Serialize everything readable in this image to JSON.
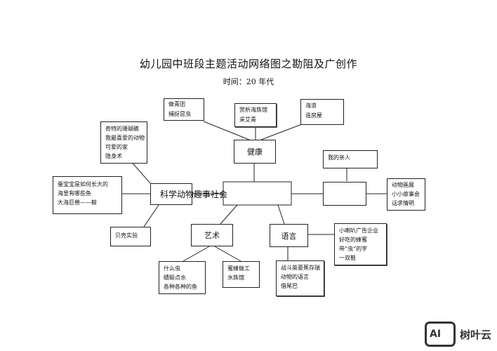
{
  "title": "幼儿园中班段主题活动网络图之勘阻及广创作",
  "subtitle": "时间：20 年代",
  "nodes": {
    "jiankang": {
      "label": "健康"
    },
    "yishu": {
      "label": "艺术"
    },
    "yuyan": {
      "label": "语言"
    },
    "kexue": {
      "label": "科学动物趣事社会"
    },
    "top_left": {
      "lines": [
        "做青团",
        "捕捉昆虫"
      ]
    },
    "top_mid": {
      "lines": [
        "赏析海族馆",
        "采艾青"
      ]
    },
    "top_right": {
      "lines": [
        "海浪",
        "造房屋"
      ]
    },
    "left_top": {
      "lines": [
        "奇特的珊瑚礁",
        "我最喜爱的动物",
        "可爱的家",
        "隐身术"
      ]
    },
    "left_mid": {
      "lines": [
        "蚕宝宝是如何长大的",
        "海里有哪些鱼",
        "大海巨兽——鲸"
      ]
    },
    "left_bottom": {
      "lines": [
        "贝壳实验"
      ]
    },
    "right_top": {
      "lines": [
        "我的亲人"
      ]
    },
    "right_mid": {
      "lines": [
        "动物画展",
        "小小故事会",
        "话求情明"
      ]
    },
    "right_lang": {
      "lines": [
        "小喇叭广告企业",
        "好吃的蜂蜜",
        "带“虫”的字",
        "一双鞋"
      ]
    },
    "art_left": {
      "lines": [
        "什么虫",
        "蜻蜓点水",
        "各种各种的鱼"
      ]
    },
    "art_right": {
      "lines": [
        "蜜蜂做工",
        "水族馆"
      ]
    },
    "lang_bottom": {
      "lines": [
        "战斗英豪蕉存瑞",
        "动物的语言",
        "借尾巴"
      ]
    }
  },
  "watermark": {
    "logo_text": "AI",
    "brand": "树叶云"
  }
}
